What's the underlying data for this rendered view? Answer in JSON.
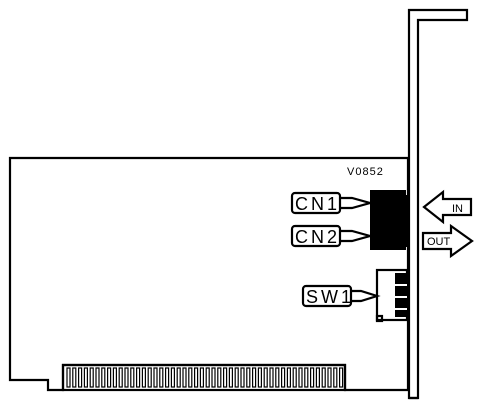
{
  "diagram": {
    "code": "V0852",
    "callouts": {
      "cn1": "CN1",
      "cn2": "CN2",
      "sw1": "SW1"
    },
    "arrows": {
      "in": "IN",
      "out": "OUT"
    },
    "colors": {
      "ink": "#000000",
      "paper": "#ffffff"
    }
  }
}
